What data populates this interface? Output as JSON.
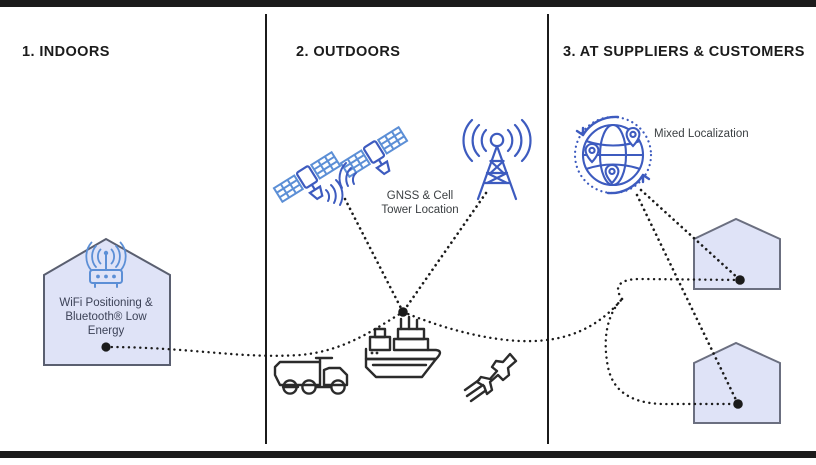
{
  "diagram": {
    "title_panels": [
      {
        "id": "indoors",
        "label": "1. INDOORS"
      },
      {
        "id": "outdoors",
        "label": "2. OUTDOORS"
      },
      {
        "id": "suppliers",
        "label": "3. AT  SUPPLIERS & CUSTOMERS"
      }
    ],
    "colors": {
      "frame": "#1b1b1b",
      "outline_dark": "#2b2b2b",
      "icon_blue": "#3d5bbf",
      "icon_light_blue": "#5c8fd6",
      "building_fill": "#dfe3f7",
      "building_stroke": "#6b6f80",
      "route_dot": "#1b1b1b",
      "text_gray": "#3c4043"
    },
    "panels": {
      "indoors": {
        "building": {
          "name": "house",
          "node_label": ""
        },
        "icon": "wifi-router-icon",
        "caption": "WiFi Positioning &\nBluetooth® Low\nEnergy"
      },
      "outdoors": {
        "icons": [
          {
            "name": "satellite-icon-left"
          },
          {
            "name": "satellite-icon-right"
          },
          {
            "name": "cell-tower-icon"
          },
          {
            "name": "cargo-ship-icon"
          },
          {
            "name": "truck-icon"
          },
          {
            "name": "airplane-icon"
          }
        ],
        "caption": "GNSS & Cell\nTower Location"
      },
      "suppliers": {
        "icon": "globe-location-pins-icon",
        "caption": "Mixed Localization",
        "buildings": [
          {
            "name": "warehouse-upper"
          },
          {
            "name": "warehouse-lower"
          }
        ]
      }
    }
  }
}
